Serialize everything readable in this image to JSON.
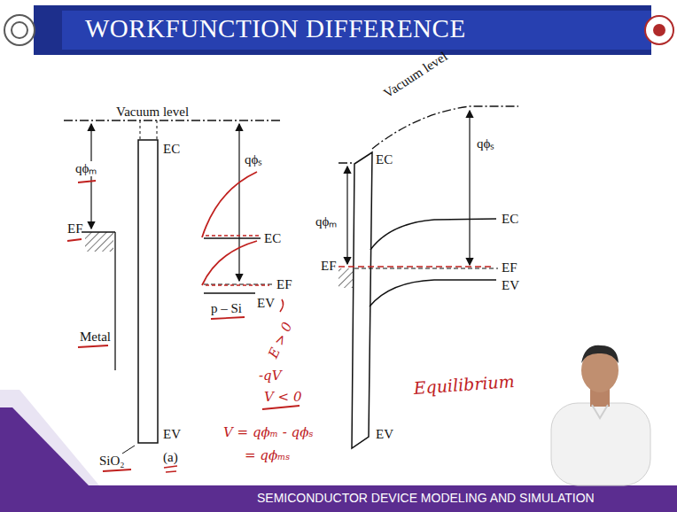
{
  "diagram": {
    "title": "WORKFUNCTION DIFFERENCE",
    "labels": [
      "Vacuum level",
      "qϕₘ",
      "EF",
      "EC",
      "EV",
      "Metal",
      "SiO₂",
      "(a)",
      "qϕₛ",
      "EC",
      "EF",
      "EV",
      "p – Si",
      "Vacuum level",
      "qϕₘ",
      "EC",
      "qϕₛ",
      "EC",
      "EF",
      "EF",
      "EV",
      "EV",
      "E > 0",
      "-qV",
      "V < 0",
      "V = qϕₘ - qϕₛ",
      "= qϕₘₛ",
      "Equilibrium",
      "SEMICONDUCTOR DEVICE MODELING AND SIMULATION"
    ]
  }
}
